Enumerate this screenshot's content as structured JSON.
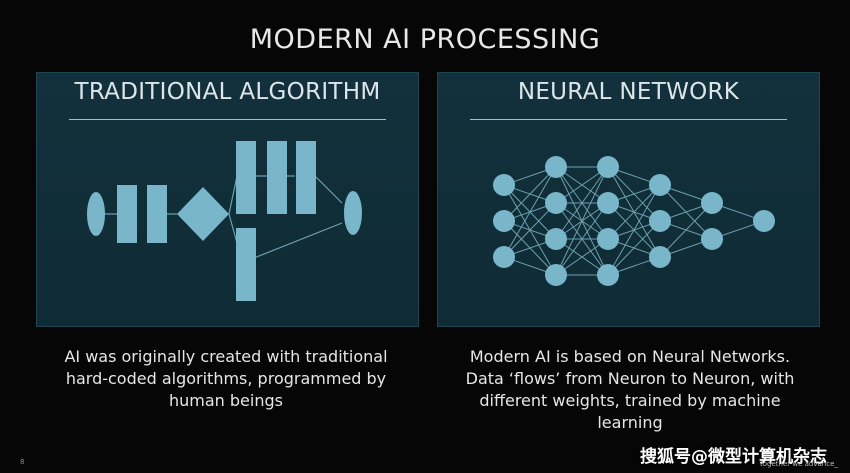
{
  "slide": {
    "title": "MODERN AI PROCESSING",
    "page_number": "8"
  },
  "left_panel": {
    "title": "TRADITIONAL ALGORITHM",
    "caption_lines": [
      "AI was originally created with traditional",
      "hard-coded algorithms, programmed by",
      "human beings"
    ]
  },
  "right_panel": {
    "title": "NEURAL NETWORK",
    "caption_lines": [
      "Modern AI is based on Neural Networks.",
      "Data ‘flows’ from Neuron to Neuron, with",
      "different weights, trained by machine",
      "learning"
    ],
    "layers": [
      3,
      4,
      4,
      3,
      2,
      1
    ]
  },
  "watermark": {
    "text": "搜狐号@微型计算机杂志",
    "subtext": "together we advance_"
  },
  "colors": {
    "panel_bg": "#12313c",
    "shape_fill": "#79b6c9",
    "line": "#6d9fb0"
  }
}
